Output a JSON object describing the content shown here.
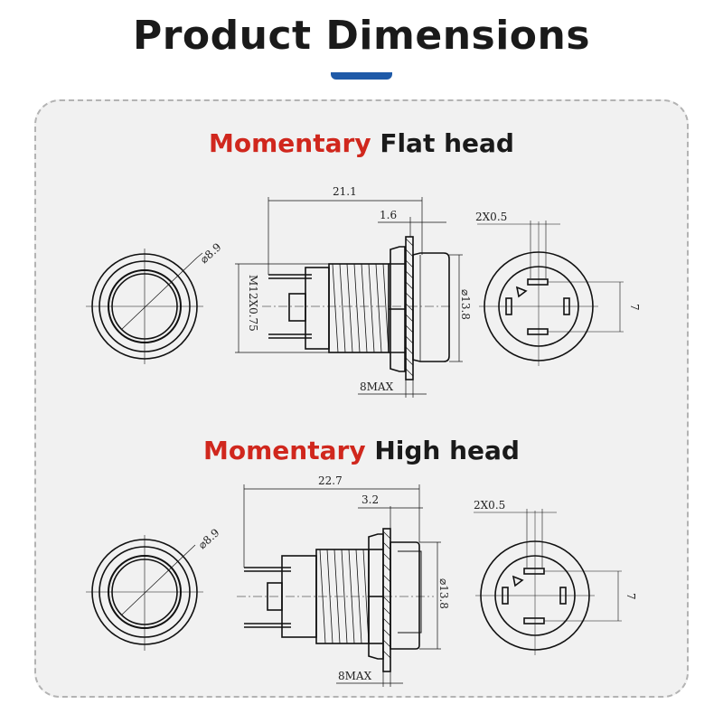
{
  "page": {
    "title": "Product Dimensions",
    "accent_color": "#1f5aa8"
  },
  "sections": [
    {
      "heading_colored": "Momentary",
      "heading_rest": "Flat head",
      "heading_color": "#d0271d",
      "front_dim": "⌀8.9",
      "thread_label": "M12X0.75",
      "overall_length": "21.1",
      "head_height": "1.6",
      "head_dia": "⌀13.8",
      "max_label": "8MAX",
      "terminal_label": "2X0.5",
      "pin_spacing": "7"
    },
    {
      "heading_colored": "Momentary",
      "heading_rest": "High head",
      "heading_color": "#d0271d",
      "front_dim": "⌀8.9",
      "overall_length": "22.7",
      "head_height": "3.2",
      "head_dia": "⌀13.8",
      "max_label": "8MAX",
      "terminal_label": "2X0.5",
      "pin_spacing": "7"
    }
  ]
}
